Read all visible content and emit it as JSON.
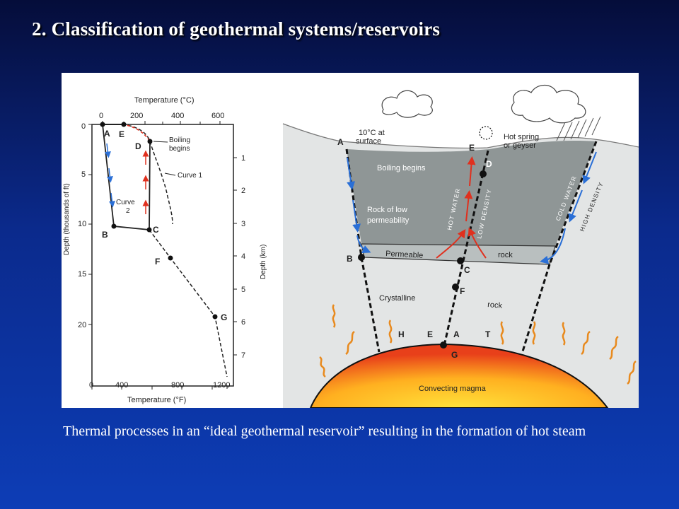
{
  "slide": {
    "title": "2. Classification of geothermal systems/reservoirs",
    "caption": "Thermal   processes in an  “ideal geothermal reservoir” resulting in the formation of  hot steam"
  },
  "graph": {
    "top_axis_title": "Temperature (°C)",
    "bottom_axis_title": "Temperature (°F)",
    "left_axis_title": "Depth (thousands of ft)",
    "right_axis_title": "Depth (km)",
    "top_ticks": [
      "0",
      "200",
      "400",
      "600"
    ],
    "bottom_ticks": [
      "0",
      "400",
      "800",
      "1200"
    ],
    "left_ticks": [
      "0",
      "5",
      "10",
      "15",
      "20"
    ],
    "right_ticks": [
      "1",
      "2",
      "3",
      "4",
      "5",
      "6",
      "7"
    ],
    "point_labels": [
      "A",
      "E",
      "D",
      "B",
      "C",
      "F",
      "G"
    ],
    "boiling_label_1": "Boiling",
    "boiling_label_2": "begins",
    "curve1_label": "Curve 1",
    "curve2_label_1": "Curve",
    "curve2_label_2": "2"
  },
  "reservoir": {
    "surface_1": "10°C at",
    "surface_2": "surface",
    "spring_1": "Hot spring",
    "spring_2": "or geyser",
    "boiling": "Boiling begins",
    "rock_low_1": "Rock of low",
    "rock_low_2": "permeability",
    "hot_water": "HOT WATER",
    "low_density": "LOW DENSITY",
    "cold_water": "COLD WATER",
    "high_density": "HIGH DENSITY",
    "permeable": "Permeable",
    "rock": "rock",
    "crystalline": "Crystalline",
    "rock2": "rock",
    "heat": [
      "H",
      "E",
      "A",
      "T"
    ],
    "magma": "Convecting magma",
    "point_labels": [
      "A",
      "E",
      "D",
      "B",
      "C",
      "F",
      "G"
    ]
  },
  "colors": {
    "hot_arrow": "#e0301e",
    "cold_arrow": "#2a6fd6",
    "reservoir_fill": "#8f9696",
    "magma_core": "#ffd21f",
    "magma_edge": "#e8401a"
  }
}
